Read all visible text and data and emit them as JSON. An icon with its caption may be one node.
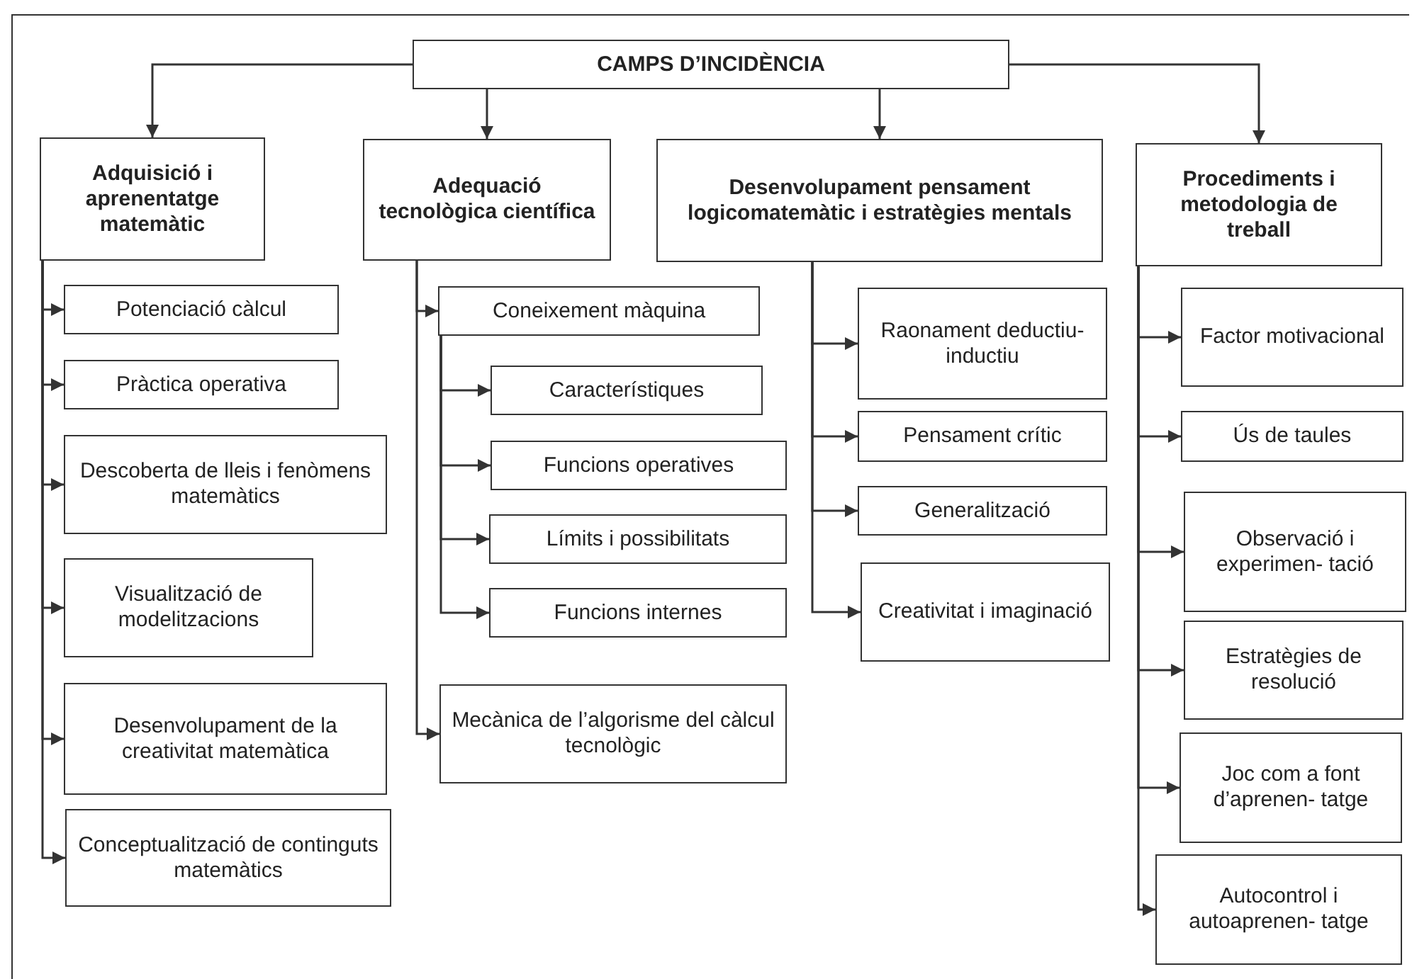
{
  "diagram": {
    "nodes": [
      {
        "text": [
          "CAMPS D’INCIDÈNCIA"
        ]
      },
      {
        "text": [
          "Adquisició i aprenentatge matemàtic"
        ]
      },
      {
        "text": [
          "Adequació tecnològica científica"
        ]
      },
      {
        "text": [
          "Desenvolupament pensament logicomatemàtic i estratègies mentals"
        ]
      },
      {
        "text": [
          "Procediments i metodologia de treball"
        ]
      },
      {
        "text": [
          "Potenciació càlcul"
        ]
      },
      {
        "text": [
          "Pràctica operativa"
        ]
      },
      {
        "text": [
          "Descoberta de lleis i fenòmens matemàtics"
        ]
      },
      {
        "text": [
          "Visualització de modelitzacions"
        ]
      },
      {
        "text": [
          "Desenvolupament de la creativitat matemàtica"
        ]
      },
      {
        "text": [
          "Conceptualització de continguts matemàtics"
        ]
      },
      {
        "text": [
          "Coneixement màquina"
        ]
      },
      {
        "text": [
          "Característiques"
        ]
      },
      {
        "text": [
          "Funcions operatives"
        ]
      },
      {
        "text": [
          "Límits i possibilitats"
        ]
      },
      {
        "text": [
          "Funcions internes"
        ]
      },
      {
        "text": [
          "Mecànica de l’algorisme del càlcul tecnològic"
        ]
      },
      {
        "text": [
          "Raonament deductiu- inductiu"
        ]
      },
      {
        "text": [
          "Pensament crític"
        ]
      },
      {
        "text": [
          "Generalització"
        ]
      },
      {
        "text": [
          "Creativitat i imaginació"
        ]
      },
      {
        "text": [
          "Factor motivacional"
        ]
      },
      {
        "text": [
          "Ús de taules"
        ]
      },
      {
        "text": [
          "Observació i experimen- tació"
        ]
      },
      {
        "text": [
          "Estratègies de resolució"
        ]
      },
      {
        "text": [
          "Joc com a font d’aprenen- tatge"
        ]
      },
      {
        "text": [
          "Autocontrol i autoaprenen- tatge"
        ]
      }
    ],
    "edges": [
      {
        "from": 0,
        "to": 1,
        "arrow": "to"
      },
      {
        "from": 0,
        "to": 2,
        "arrow": "to"
      },
      {
        "from": 0,
        "to": 3,
        "arrow": "to"
      },
      {
        "from": 0,
        "to": 4,
        "arrow": "to"
      },
      {
        "from": 1,
        "to": 5,
        "arrow": "to"
      },
      {
        "from": 1,
        "to": 6,
        "arrow": "to"
      },
      {
        "from": 1,
        "to": 7,
        "arrow": "to"
      },
      {
        "from": 1,
        "to": 8,
        "arrow": "to"
      },
      {
        "from": 1,
        "to": 9,
        "arrow": "to"
      },
      {
        "from": 1,
        "to": 10,
        "arrow": "to"
      },
      {
        "from": 2,
        "to": 11,
        "arrow": "to"
      },
      {
        "from": 11,
        "to": 12,
        "arrow": "to"
      },
      {
        "from": 11,
        "to": 13,
        "arrow": "to"
      },
      {
        "from": 11,
        "to": 14,
        "arrow": "to"
      },
      {
        "from": 11,
        "to": 15,
        "arrow": "to"
      },
      {
        "from": 2,
        "to": 16,
        "arrow": "to"
      },
      {
        "from": 3,
        "to": 17,
        "arrow": "to"
      },
      {
        "from": 3,
        "to": 18,
        "arrow": "to"
      },
      {
        "from": 3,
        "to": 19,
        "arrow": "to"
      },
      {
        "from": 3,
        "to": 20,
        "arrow": "to"
      },
      {
        "from": 4,
        "to": 21,
        "arrow": "to"
      },
      {
        "from": 4,
        "to": 22,
        "arrow": "to"
      },
      {
        "from": 4,
        "to": 23,
        "arrow": "to"
      },
      {
        "from": 4,
        "to": 24,
        "arrow": "to"
      },
      {
        "from": 4,
        "to": 25,
        "arrow": "to"
      },
      {
        "from": 4,
        "to": 26,
        "arrow": "to"
      }
    ]
  }
}
